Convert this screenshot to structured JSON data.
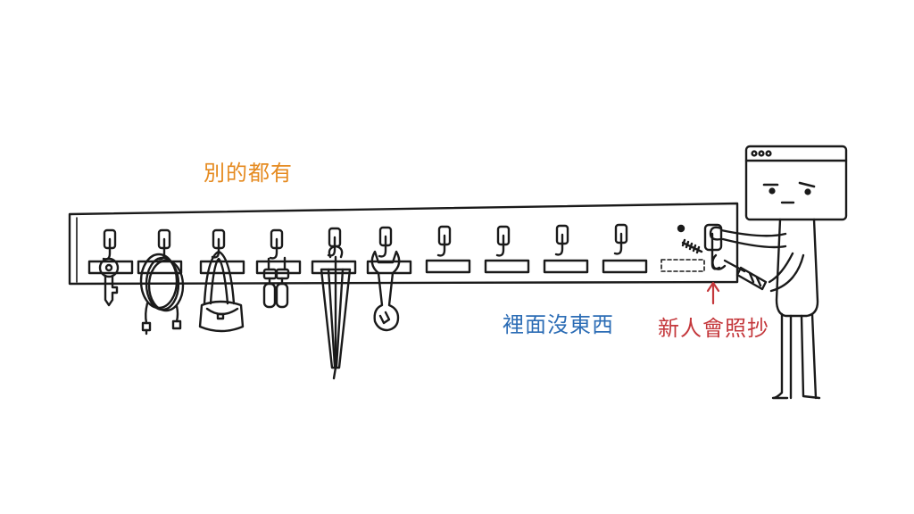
{
  "labels": {
    "others_have": "別的都有",
    "empty_inside": "裡面沒東西",
    "newcomer_copies": "新人會照抄"
  },
  "colors": {
    "others_have": "#e58a1f",
    "empty_inside": "#2b6cb5",
    "newcomer_copies": "#c4373b",
    "ink": "#1a1a1a"
  },
  "rack": {
    "items": [
      {
        "name": "key",
        "icon": "key-icon"
      },
      {
        "name": "cable",
        "icon": "cable-icon"
      },
      {
        "name": "handbag",
        "icon": "handbag-icon"
      },
      {
        "name": "glasses",
        "icon": "glasses-icon"
      },
      {
        "name": "umbrella",
        "icon": "umbrella-icon"
      },
      {
        "name": "wrench",
        "icon": "wrench-icon"
      },
      {
        "name": "empty",
        "icon": "empty-hook"
      },
      {
        "name": "empty",
        "icon": "empty-hook"
      },
      {
        "name": "empty",
        "icon": "empty-hook"
      },
      {
        "name": "empty",
        "icon": "empty-hook"
      },
      {
        "name": "new-hook",
        "icon": "new-hook"
      }
    ]
  }
}
